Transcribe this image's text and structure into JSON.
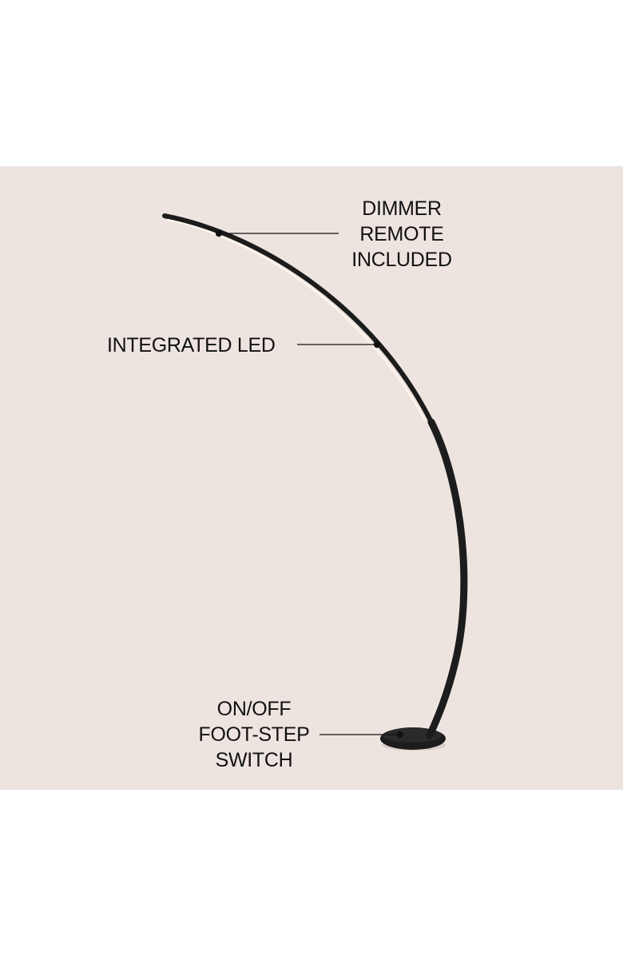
{
  "colors": {
    "page_background": "#ffffff",
    "panel_background": "#ede4e0",
    "lamp": "#1c1c1c",
    "led_glow": "#fff7ee",
    "text": "#111111"
  },
  "callouts": {
    "dimmer": {
      "lines": [
        "DIMMER",
        "REMOTE",
        "INCLUDED"
      ]
    },
    "led": {
      "text": "INTEGRATED LED"
    },
    "switch": {
      "lines": [
        "ON/OFF",
        "FOOT-STEP",
        "SWITCH"
      ]
    }
  }
}
